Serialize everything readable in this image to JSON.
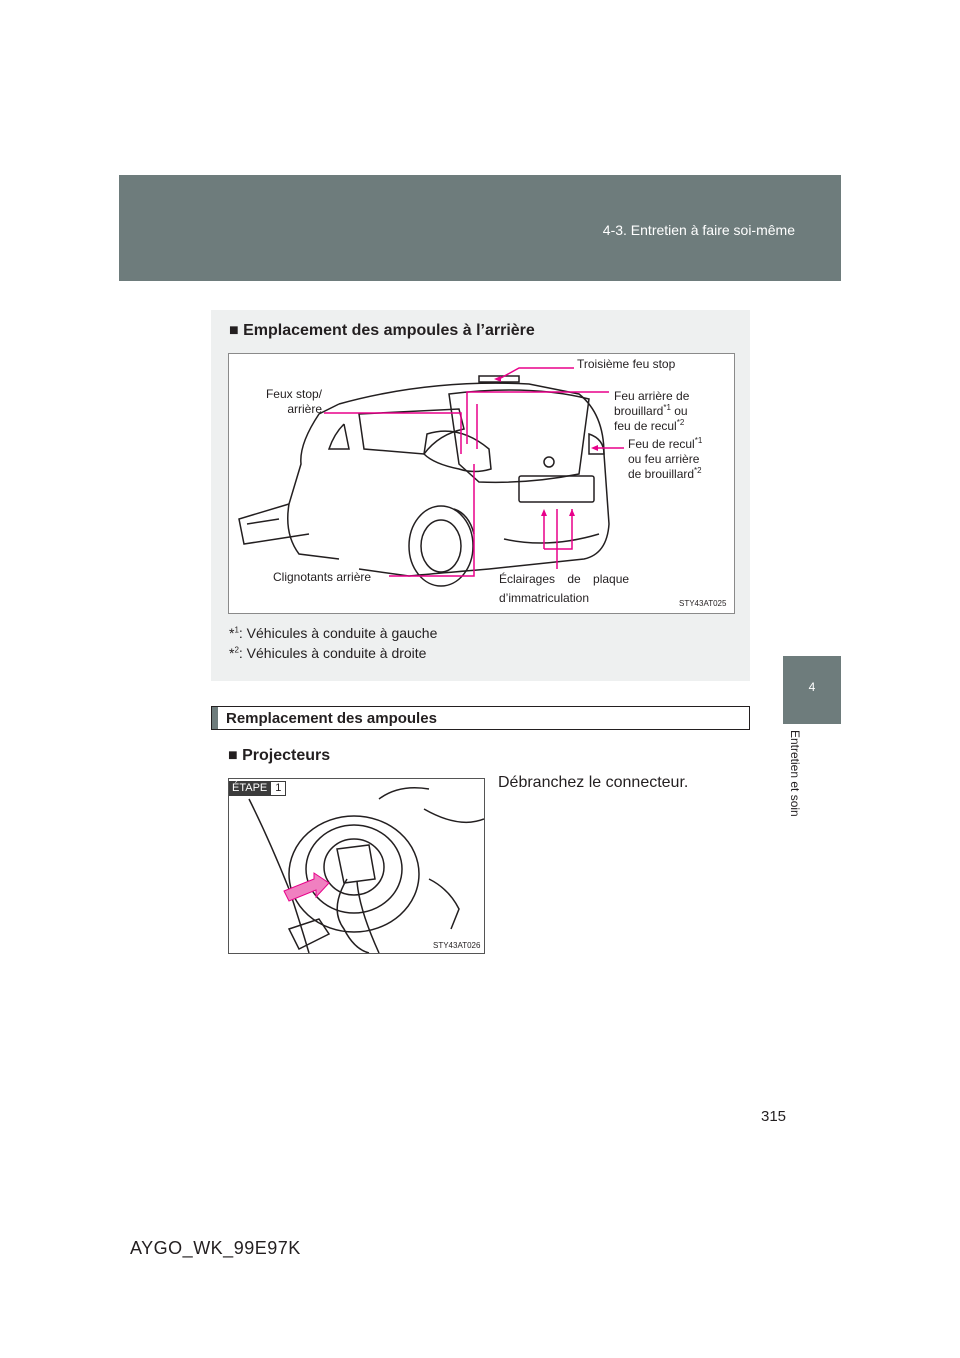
{
  "header": {
    "section": "4-3. Entretien à faire soi-même"
  },
  "tab": {
    "chapter_number": "4",
    "chapter_label": "Entretien et soin"
  },
  "panel": {
    "title": "■ Emplacement des ampoules à l’arrière",
    "labels": {
      "third_stop": "Troisième feu stop",
      "stop_tail_1": "Feux stop/",
      "stop_tail_2": "arrière",
      "rear_fog_1": "Feu arrière de",
      "rear_fog_2": "brouillard",
      "rear_fog_2b": " ou",
      "rear_fog_3": "feu de recul",
      "reverse_1": "Feu de recul",
      "reverse_2": "ou feu arrière",
      "reverse_3": "de brouillard",
      "turn_signals": "Clignotants arrière",
      "plate_1": "Éclairages de plaque",
      "plate_2": "d’immatriculation",
      "sup1": "*1",
      "sup2": "*2"
    },
    "figure_code": "STY43AT025",
    "footnotes": [
      {
        "marker": "*",
        "sup": "1",
        "text": ": Véhicules à conduite à gauche"
      },
      {
        "marker": "*",
        "sup": "2",
        "text": ": Véhicules à conduite à droite"
      }
    ]
  },
  "section": {
    "title": "Remplacement des ampoules"
  },
  "subsection": {
    "title": "■ Projecteurs"
  },
  "step": {
    "badge_label": "ÉTAPE",
    "badge_number": "1",
    "text": "Débranchez le connecteur.",
    "figure_code": "STY43AT026"
  },
  "footer": {
    "doc_code": "AYGO_WK_99E97K",
    "page_number": "315"
  },
  "colors": {
    "header_bg": "#6e7c7c",
    "panel_bg": "#eef0f0",
    "callout_line": "#e8008a",
    "arrow_fill": "#f080c0"
  }
}
